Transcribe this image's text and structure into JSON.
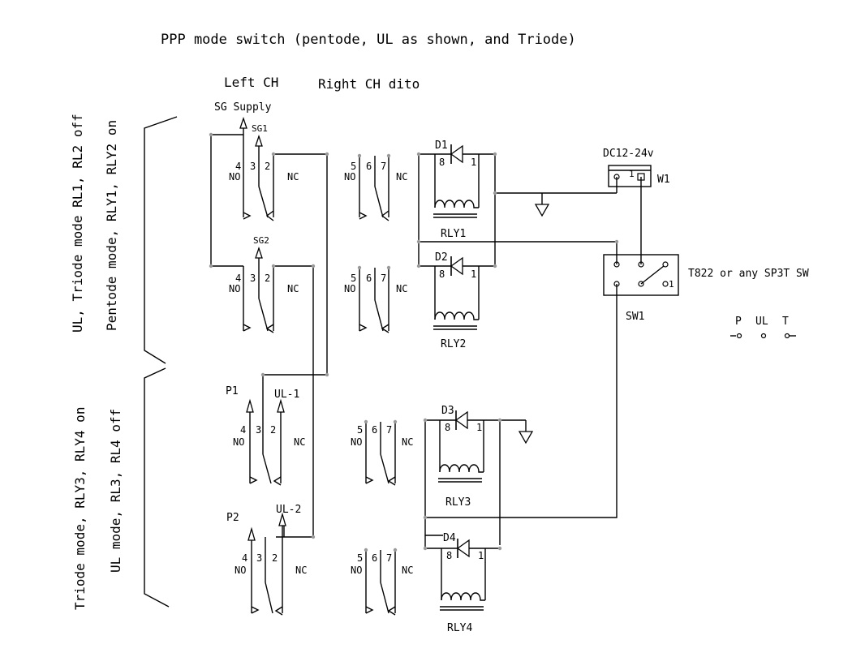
{
  "title": "PPP mode switch (pentode, UL as shown, and Triode)",
  "headers": {
    "left": "Left CH",
    "right": "Right CH dito"
  },
  "side_labels": {
    "top_outer": "UL, Triode mode RL1, RL2 off",
    "top_inner": "Pentode mode, RLY1, RLY2 on",
    "bottom_outer": "Triode mode, RLY3, RLY4 on",
    "bottom_inner": "UL mode, RL3, RL4 off"
  },
  "supply": "SG Supply",
  "taps": {
    "sg1": "SG1",
    "sg2": "SG2",
    "p1": "P1",
    "ul1": "UL-1",
    "p2": "P2",
    "ul2": "UL-2"
  },
  "pins": {
    "no": "NO",
    "nc": "NC",
    "n4": "4",
    "n3": "3",
    "n2": "2",
    "n5": "5",
    "n6": "6",
    "n7": "7",
    "n8": "8",
    "n1": "1"
  },
  "relays": [
    "RLY1",
    "RLY2",
    "RLY3",
    "RLY4"
  ],
  "diodes": [
    "D1",
    "D2",
    "D3",
    "D4"
  ],
  "power": {
    "label": "DC12-24v",
    "connector": "W1",
    "pin": "1"
  },
  "switch": {
    "ref": "SW1",
    "desc": "T822 or any SP3T SW",
    "pin": "1",
    "positions": [
      "P",
      "UL",
      "T"
    ]
  }
}
